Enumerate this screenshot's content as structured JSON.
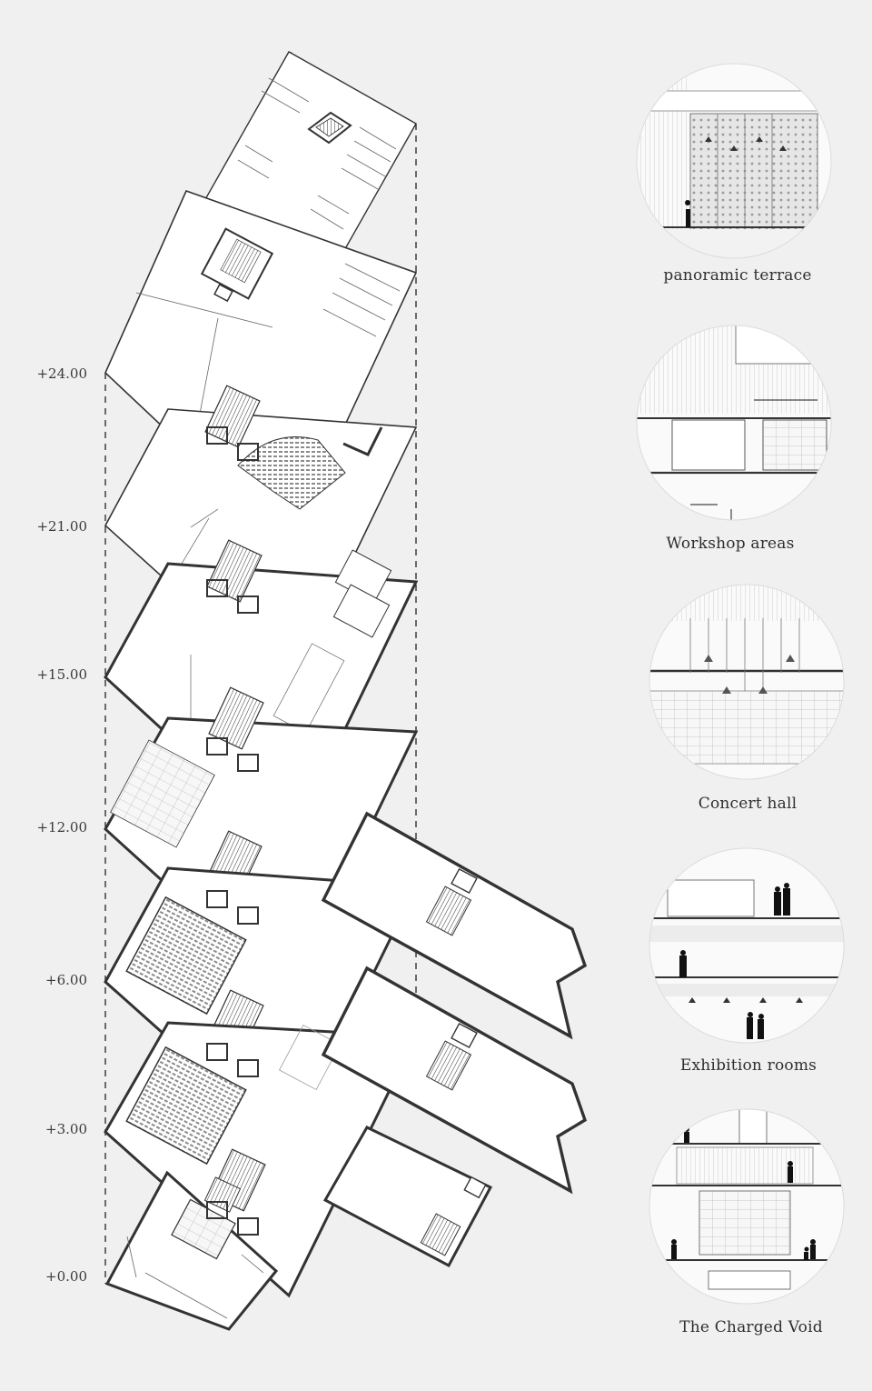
{
  "levels": [
    "+24.00",
    "+21.00",
    "+15.00",
    "+12.00",
    "+6.00",
    "+3.00",
    "+0.00"
  ],
  "vignettes": [
    {
      "caption": "panoramic terrace",
      "icon": "terrace-section-icon"
    },
    {
      "caption": "Workshop areas",
      "icon": "workshop-section-icon"
    },
    {
      "caption": "Concert hall",
      "icon": "concert-section-icon"
    },
    {
      "caption": "Exhibition rooms",
      "icon": "exhibition-section-icon"
    },
    {
      "caption": "The Charged Void",
      "icon": "void-section-icon"
    }
  ],
  "colors": {
    "background": "#f0f0f0",
    "wall": "#3a3a3a",
    "line": "#555555",
    "fill": "#ffffff"
  }
}
